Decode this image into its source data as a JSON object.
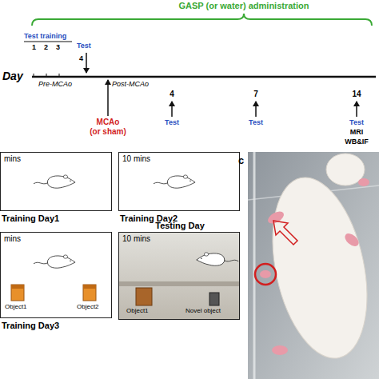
{
  "diagram": {
    "nodes": [
      {
        "text": [
          "mins",
          "Training Day1"
        ]
      },
      {
        "text": [
          "10 mins",
          "Training Day2"
        ]
      },
      {
        "text": [
          "mins",
          "Training Day3"
        ]
      },
      {
        "text": [
          "10 mins",
          "Testing Day"
        ]
      }
    ],
    "labels": [
      "GASP (or water) administration",
      "Test training",
      "1",
      "2",
      "3",
      "Test",
      "4",
      "Day",
      "Pre-MCAo",
      "Post-MCAo",
      "4",
      "7",
      "14",
      "MCAo",
      "(or sham)",
      "Test",
      "Test",
      "Test",
      "MRI",
      "WB&IF",
      "Object1",
      "Object2",
      "Object1",
      "Novel object",
      "c"
    ]
  }
}
